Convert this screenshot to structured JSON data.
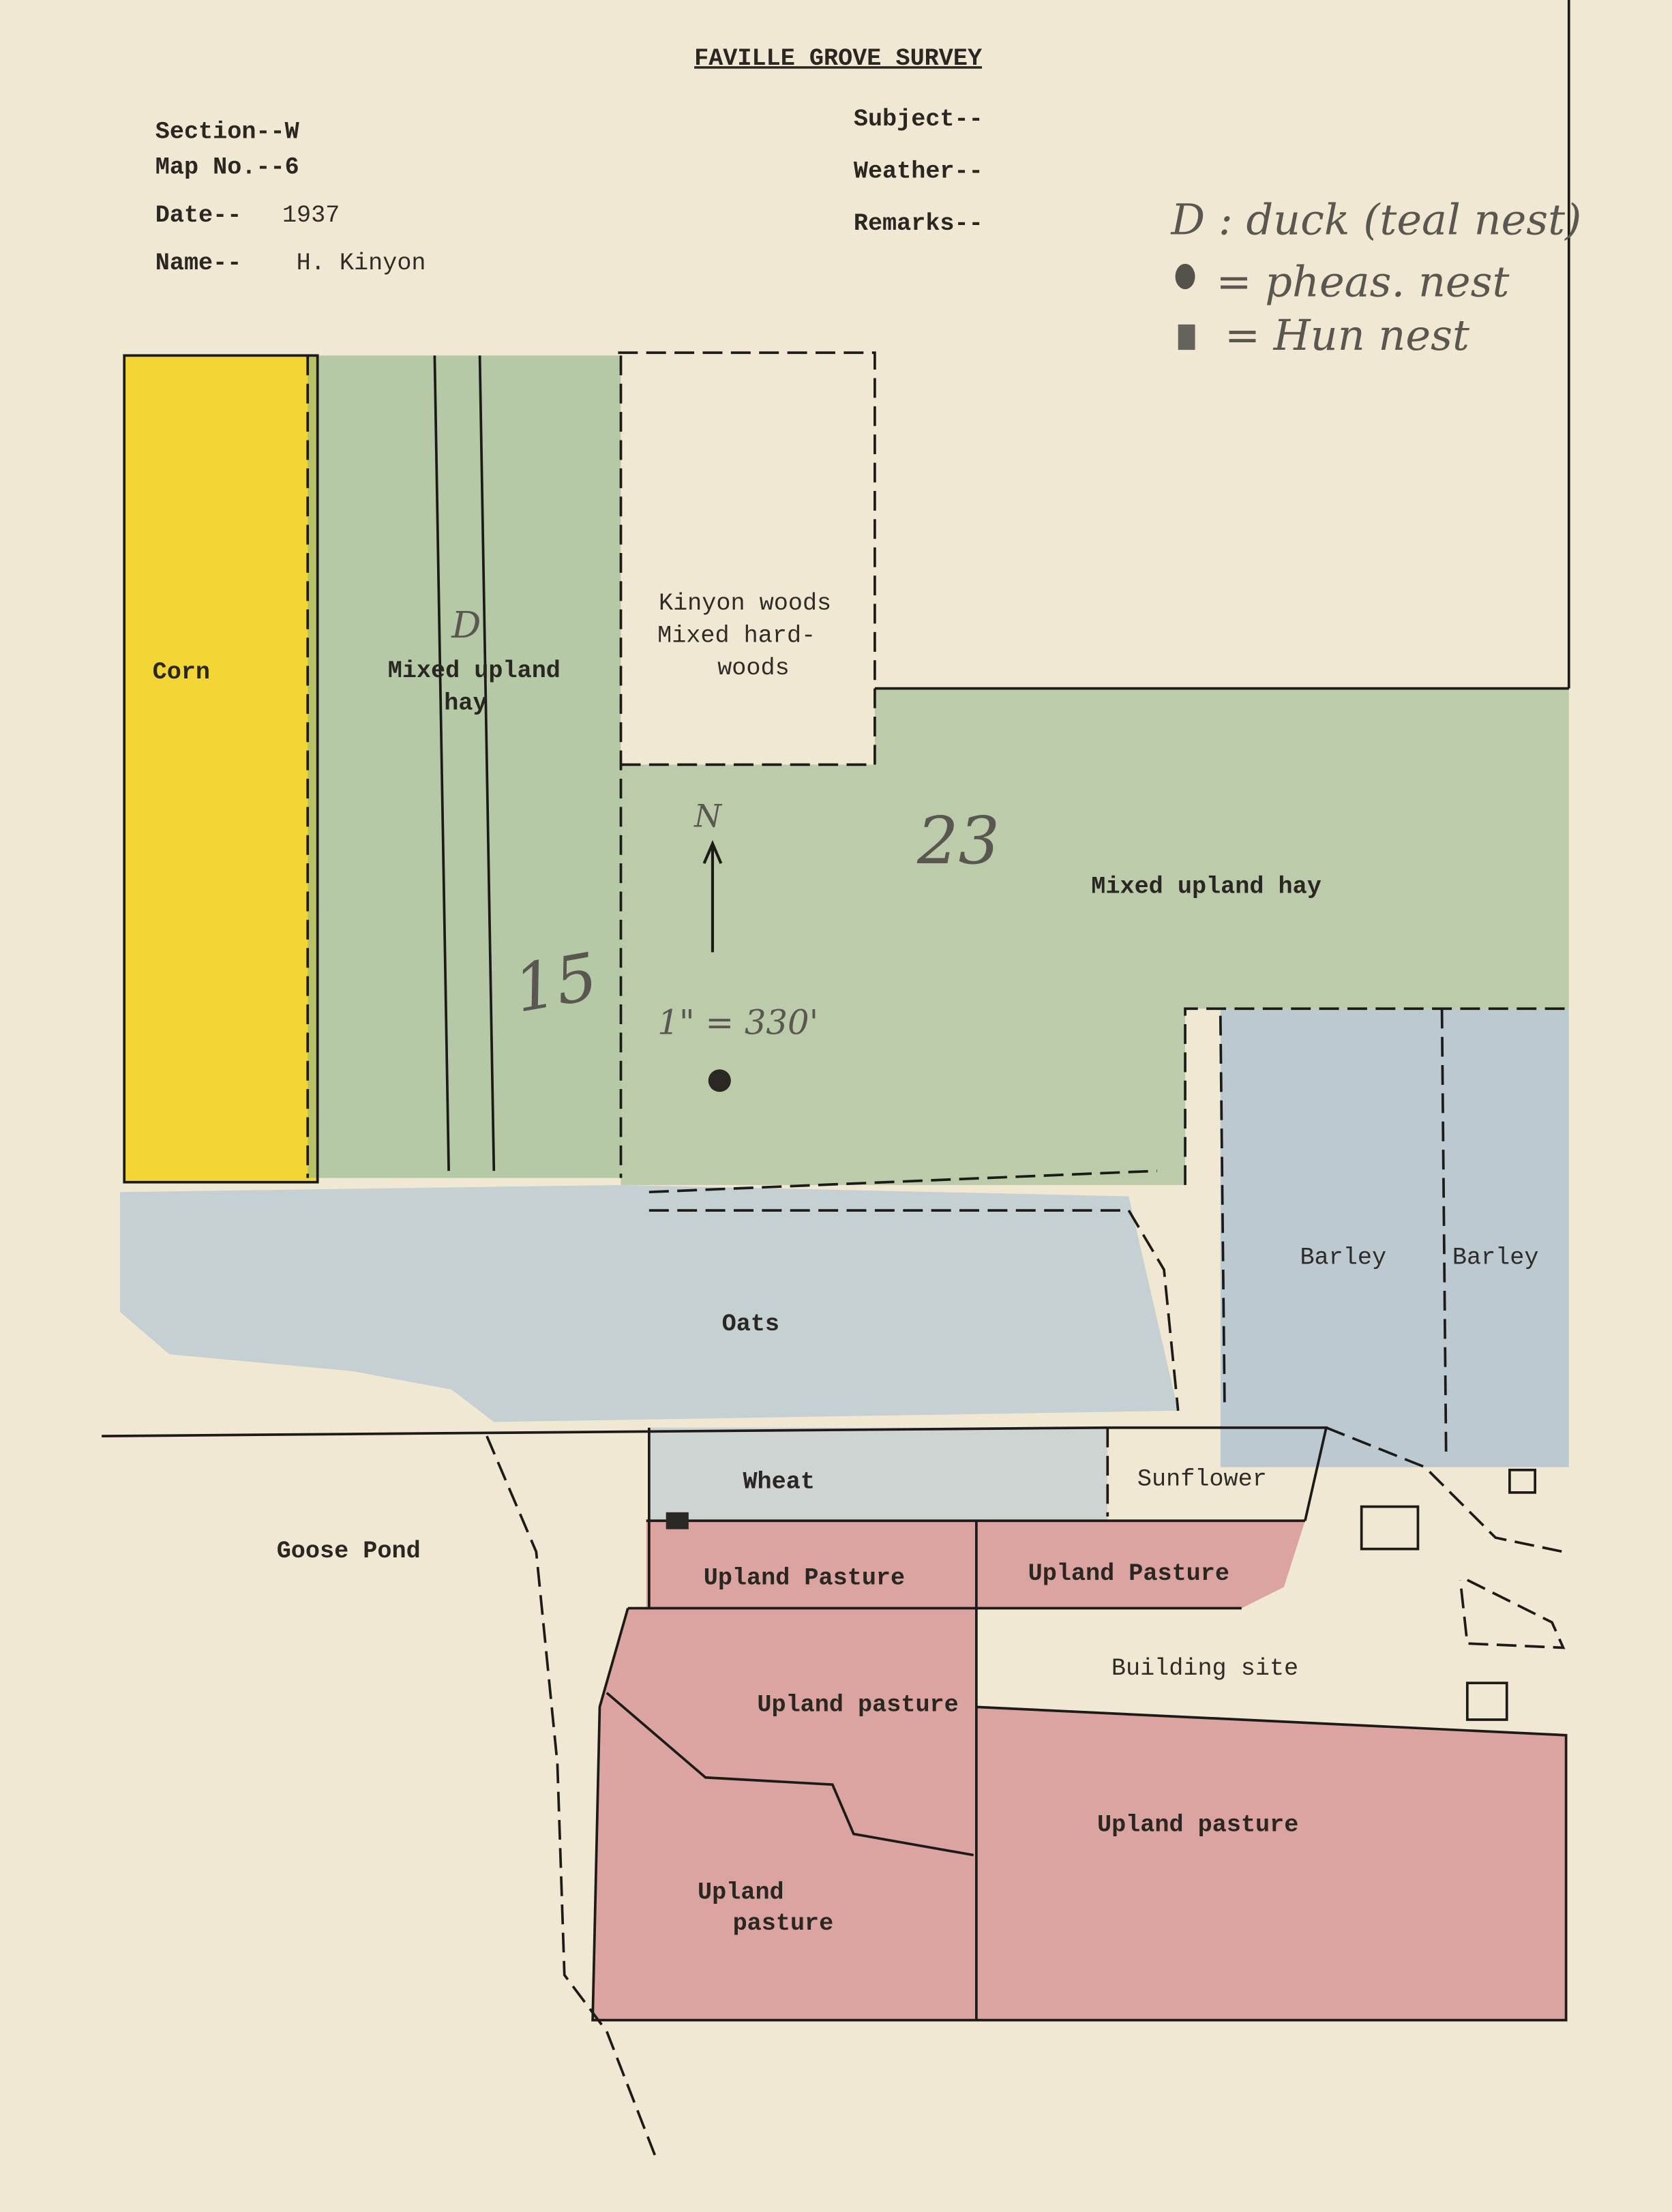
{
  "header": {
    "title": "FAVILLE GROVE SURVEY",
    "section": "Section--W",
    "map_no": "Map No.--6",
    "date_label": "Date--",
    "date_value": "1937",
    "name_label": "Name--",
    "name_value": "H. Kinyon",
    "subject": "Subject--",
    "weather": "Weather--",
    "remarks": "Remarks--"
  },
  "legend": {
    "duck": "D : duck (teal nest)",
    "pheasant": "= pheas. nest",
    "hun": "= Hun nest"
  },
  "annotations": {
    "north": "N",
    "scale": "1\" = 330'",
    "field_number": "23",
    "field_number_2": "15",
    "duck_mark": "D"
  },
  "fields": {
    "corn": "Corn",
    "hay_left_1": "Mixed upland",
    "hay_left_2": "hay",
    "woods_1": "Kinyon woods",
    "woods_2": "Mixed hard-",
    "woods_3": "woods",
    "hay_main": "Mixed upland hay",
    "barley_1": "Barley",
    "barley_2": "Barley",
    "oats": "Oats",
    "wheat": "Wheat",
    "sunflower": "Sunflower",
    "goose_pond": "Goose Pond",
    "upland_pasture_1": "Upland Pasture",
    "upland_pasture_2": "Upland Pasture",
    "building_site": "Building site",
    "upland_pasture_3": "Upland pasture",
    "upland_pasture_4": "Upland pasture",
    "upland_pasture_5a": "Upland",
    "upland_pasture_5b": "pasture"
  },
  "colors": {
    "paper": "#f1e8d4",
    "corn": "#f3d21a",
    "hay": "#8fb489",
    "oats": "#a9bfd0",
    "pasture": "#cf7f86"
  }
}
